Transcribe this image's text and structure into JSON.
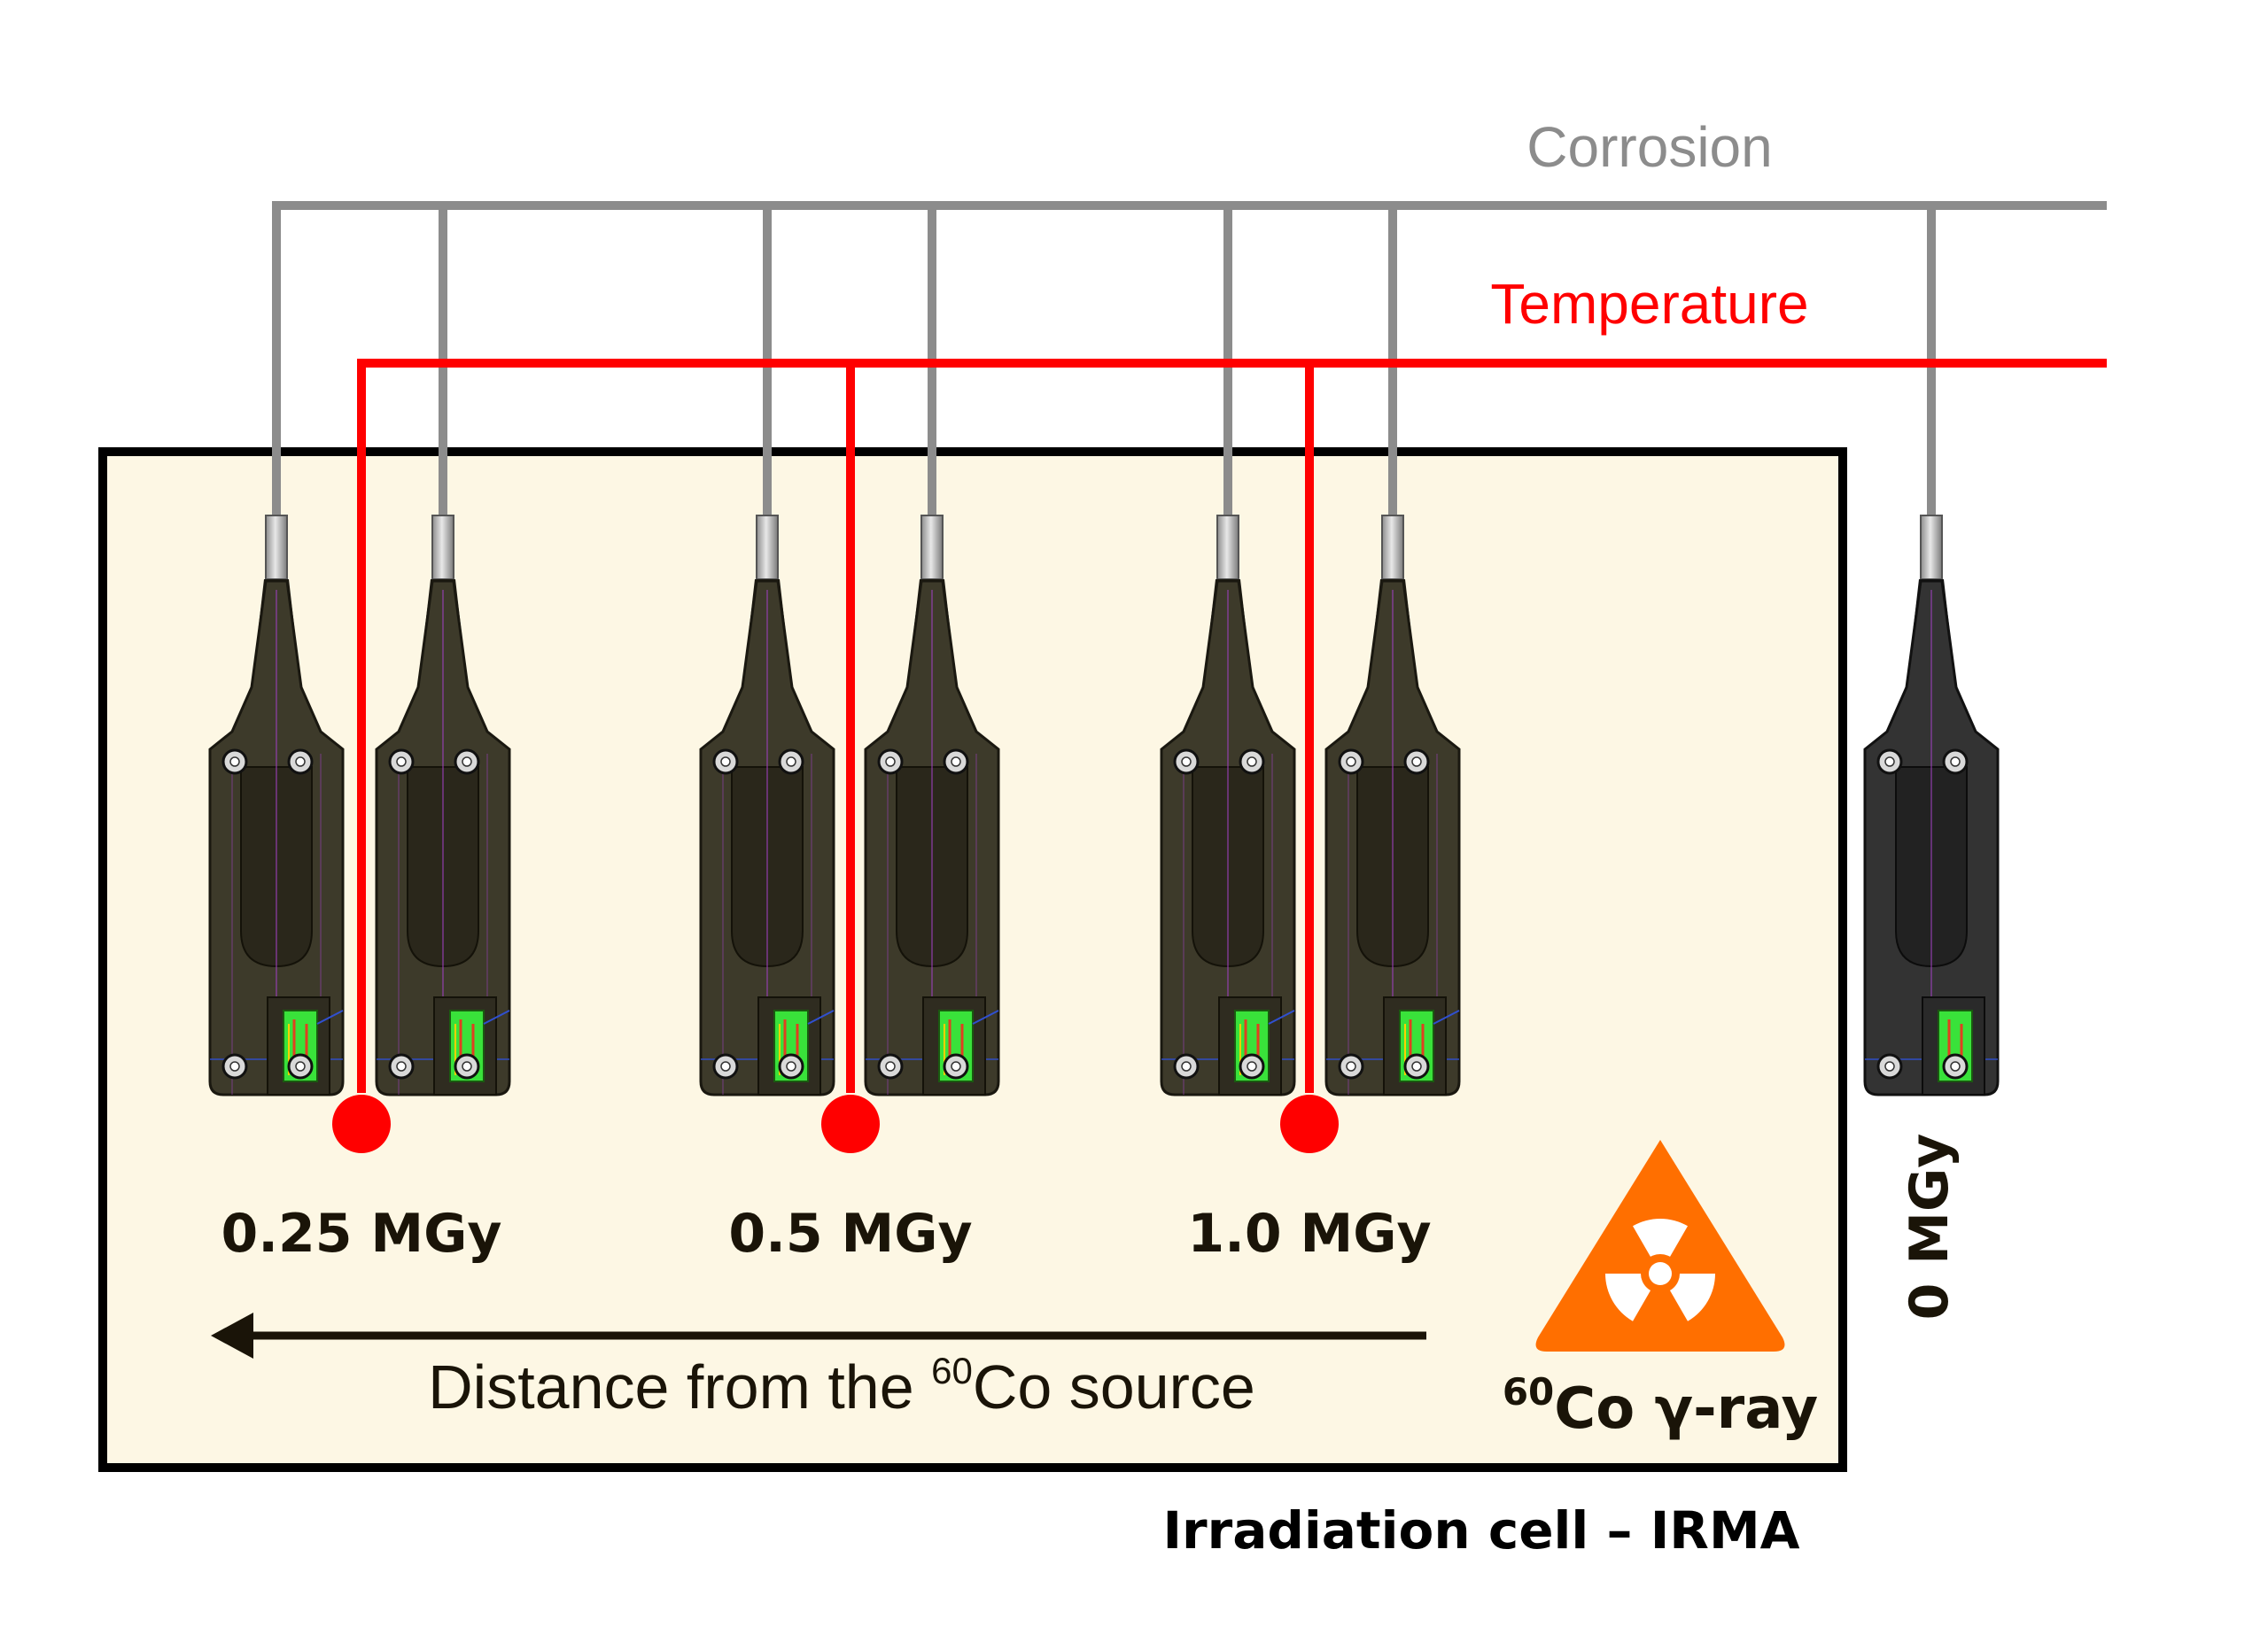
{
  "lines": {
    "corrosion_label": "Corrosion",
    "temperature_label": "Temperature"
  },
  "doses": {
    "d1": "0.25 MGy",
    "d2": "0.5 MGy",
    "d3": "1.0 MGy",
    "d0": "0 MGy"
  },
  "distance": {
    "prefix": "Distance from the ",
    "sup": "60",
    "suffix": "Co source"
  },
  "source": {
    "sup": "60",
    "text": "Co γ-ray",
    "icon": "radiation-warning-icon"
  },
  "cell": {
    "label": "Irradiation cell – IRMA"
  },
  "colors": {
    "corrosion": "#8c8c8c",
    "temperature": "#ff0000",
    "cell_fill": "#fdf7e4",
    "probe": "#3d3a2a",
    "probe_ref": "#333333",
    "sensor": "#39e23a",
    "warning": "#ff6f00"
  }
}
